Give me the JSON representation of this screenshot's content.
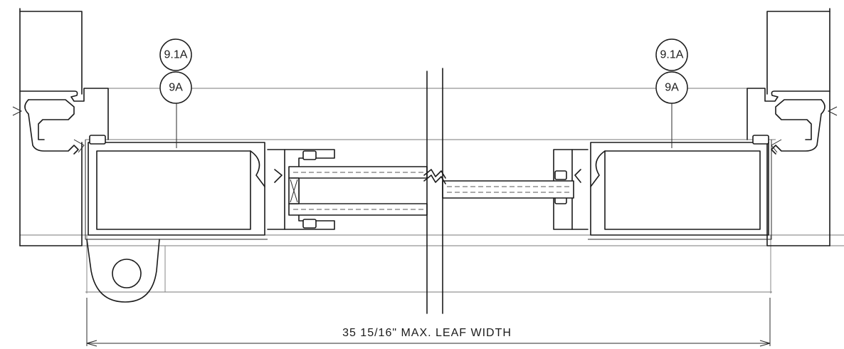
{
  "diagram": {
    "callouts": {
      "left": {
        "upper_tag": "9.1A",
        "lower_tag": "9A"
      },
      "right": {
        "upper_tag": "9.1A",
        "lower_tag": "9A"
      }
    },
    "dimension": {
      "label": "35 15/16\" MAX. LEAF WIDTH"
    }
  }
}
